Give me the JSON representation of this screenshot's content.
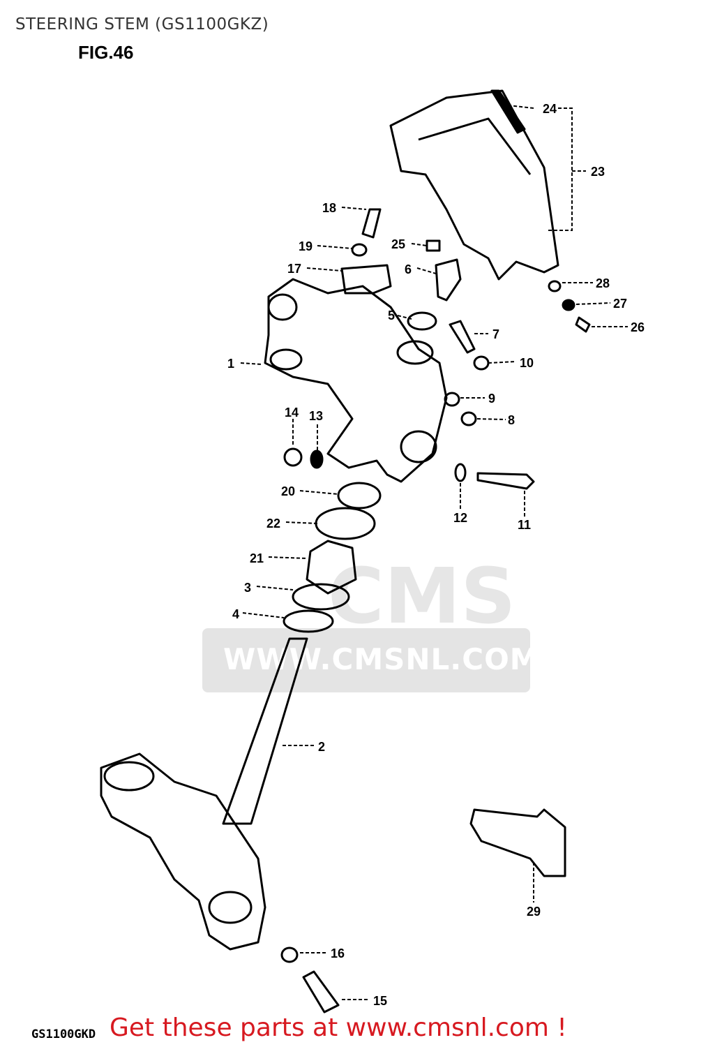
{
  "title": "STEERING STEM (GS1100GKZ)",
  "figure_label": "FIG.46",
  "watermark": {
    "brand": "CMS",
    "url": "WWW.CMSNL.COM"
  },
  "part_labels": [
    "1",
    "2",
    "3",
    "4",
    "5",
    "6",
    "7",
    "8",
    "9",
    "10",
    "11",
    "12",
    "13",
    "14",
    "15",
    "16",
    "17",
    "18",
    "19",
    "20",
    "21",
    "22",
    "23",
    "24",
    "25",
    "26",
    "27",
    "28",
    "29"
  ],
  "footer": {
    "model_code": "GS1100GKD",
    "cta": "Get these parts at www.cmsnl.com !"
  },
  "colors": {
    "cta": "#d71920",
    "line": "#000000",
    "watermark": "#e4e4e4"
  }
}
